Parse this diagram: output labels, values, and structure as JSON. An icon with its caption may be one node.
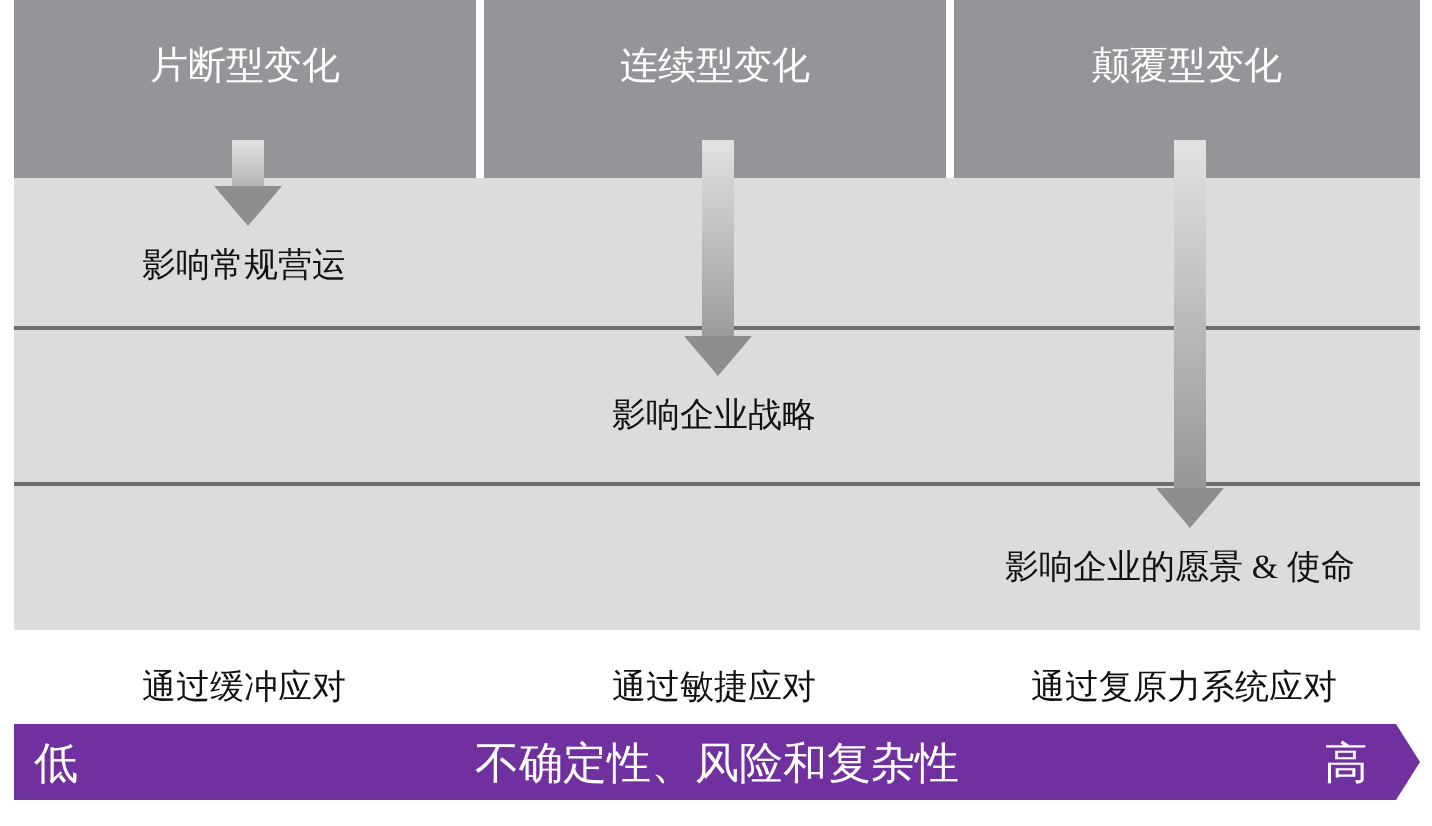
{
  "diagram": {
    "nodes": [
      {
        "text": [
          "片断型变化"
        ]
      },
      {
        "text": [
          "连续型变化"
        ]
      },
      {
        "text": [
          "颠覆型变化"
        ]
      },
      {
        "text": [
          "影响常规营运"
        ]
      },
      {
        "text": [
          "影响企业战略"
        ]
      },
      {
        "text": [
          "影响企业的愿景 & 使命"
        ]
      },
      {
        "text": [
          "低",
          "不确定性、风险和复杂性",
          "高"
        ]
      }
    ],
    "edges": [
      {
        "from": 0,
        "to": 3,
        "arrow": "to"
      },
      {
        "from": 1,
        "to": 4,
        "arrow": "to"
      },
      {
        "from": 2,
        "to": 5,
        "arrow": "to"
      }
    ],
    "labels": [
      "通过缓冲应对",
      "通过敏捷应对",
      "通过复原力系统应对"
    ]
  }
}
